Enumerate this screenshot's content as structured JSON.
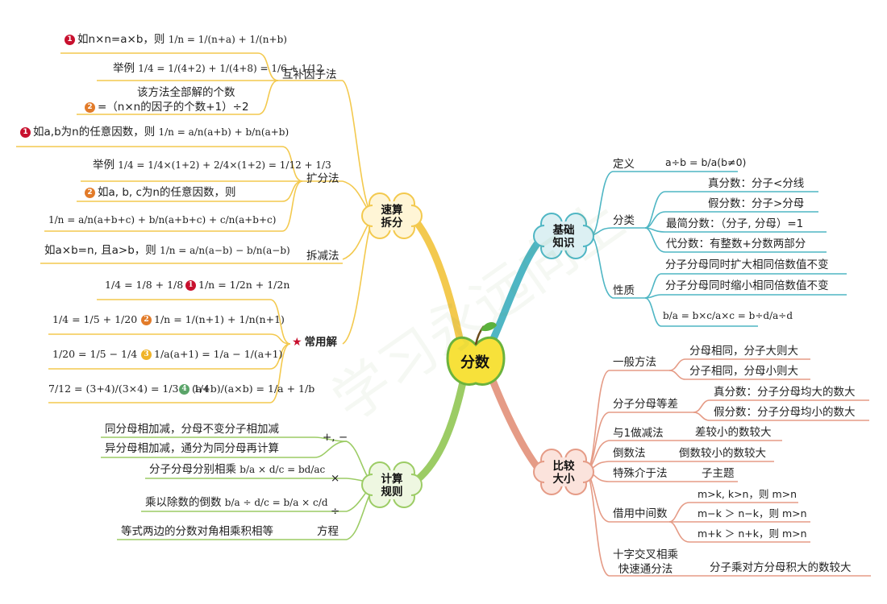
{
  "root": {
    "label": "分数"
  },
  "colors": {
    "speed": "#f3c94e",
    "calc": "#9ccc65",
    "basic": "#4fb6c4",
    "compare": "#e59b86",
    "apple": "#f7e13a",
    "leaf": "#5bb23c"
  },
  "watermark": "学习永远向上",
  "branches": {
    "speed": {
      "label1": "速算",
      "label2": "拆分",
      "sub1": {
        "label": "互补因子法",
        "item1": {
          "badge": "1",
          "text": "如n×n=a×b，则",
          "formula": "1/n = 1/(n+a) + 1/(n+b)"
        },
        "item2": {
          "text": "举例",
          "formula": "1/4 = 1/(4+2) + 1/(4+8) = 1/6 + 1/12"
        },
        "item3": {
          "badge": "2",
          "line1": "该方法全部解的个数",
          "line2": "=（n×n的因子的个数+1）÷2"
        }
      },
      "sub2": {
        "label": "扩分法",
        "item1": {
          "badge": "1",
          "text": "如a,b为n的任意因数，则",
          "formula": "1/n = a/n(a+b) + b/n(a+b)"
        },
        "item2": {
          "text": "举例",
          "formula": "1/4 = 1/4×(1+2) + 2/4×(1+2) = 1/12 + 1/3"
        },
        "item3": {
          "badge": "2",
          "text": "如a, b, c为n的任意因数，则"
        },
        "item4": {
          "formula": "1/n = a/n(a+b+c) + b/n(a+b+c) + c/n(a+b+c)"
        }
      },
      "sub3": {
        "label": "拆减法",
        "item1": {
          "text": "如a×b=n, 且a>b，则",
          "formula": "1/n = a/n(a−b) − b/n(a−b)"
        }
      },
      "sub4": {
        "label": "常用解",
        "r1a": "1/4 = 1/8 + 1/8",
        "r1b": {
          "badge": "1",
          "formula": "1/n = 1/2n + 1/2n"
        },
        "r2a": "1/4 = 1/5 + 1/20",
        "r2b": {
          "badge": "2",
          "formula": "1/n = 1/(n+1) + 1/n(n+1)"
        },
        "r3a": "1/20 = 1/5 − 1/4",
        "r3b": {
          "badge": "3",
          "formula": "1/a(a+1) = 1/a − 1/(a+1)"
        },
        "r4a": "7/12 = (3+4)/(3×4) = 1/3 + 1/4",
        "r4b": {
          "badge": "4",
          "formula": "(a+b)/(a×b) = 1/a + 1/b"
        }
      }
    },
    "calc": {
      "label1": "计算",
      "label2": "规则",
      "add": {
        "label": "+, −",
        "item1": "同分母相加减，分母不变分子相加减",
        "item2": "异分母相加减，通分为同分母再计算"
      },
      "mul": {
        "label": "×",
        "item1": "分子分母分别相乘",
        "formula": "b/a × d/c = bd/ac"
      },
      "div": {
        "label": "÷",
        "item1": "乘以除数的倒数",
        "formula": "b/a ÷ d/c = b/a × c/d"
      },
      "eq": {
        "label": "方程",
        "item1": "等式两边的分数对角相乘积相等"
      }
    },
    "basic": {
      "label1": "基础",
      "label2": "知识",
      "def": {
        "label": "定义",
        "formula": "a÷b = b/a(b≠0)"
      },
      "cls": {
        "label": "分类",
        "items": [
          "真分数：分子<分线",
          "假分数：分子>分母",
          "最简分数：（分子, 分母）=1",
          "代分数：有整数+分数两部分"
        ]
      },
      "prop": {
        "label": "性质",
        "items": [
          "分子分母同时扩大相同倍数值不变",
          "分子分母同时缩小相同倍数值不变"
        ],
        "formula": "b/a = b×c/a×c = b÷d/a÷d"
      }
    },
    "compare": {
      "label1": "比较",
      "label2": "大小",
      "general": {
        "label": "一般方法",
        "items": [
          "分母相同，分子大则大",
          "分子相同，分母小则大"
        ]
      },
      "equal_diff": {
        "label": "分子分母等差",
        "items": [
          "真分数：分子分母均大的数大",
          "假分数：分子分母均小的数大"
        ]
      },
      "minus1": {
        "label": "与1做减法",
        "item": "差较小的数较大"
      },
      "reciprocal": {
        "label": "倒数法",
        "item": "倒数较小的数较大"
      },
      "between": {
        "label": "特殊介于法",
        "item": "子主题"
      },
      "middle": {
        "label": "借用中间数",
        "items": [
          "m>k, k>n，则 m>n",
          "m−k ＞ n−k，则 m>n",
          "m+k ＞ n+k，则 m>n"
        ]
      },
      "cross": {
        "label1": "十字交叉相乘",
        "label2": "快速通分法",
        "item": "分子乘对方分母积大的数较大"
      }
    }
  }
}
